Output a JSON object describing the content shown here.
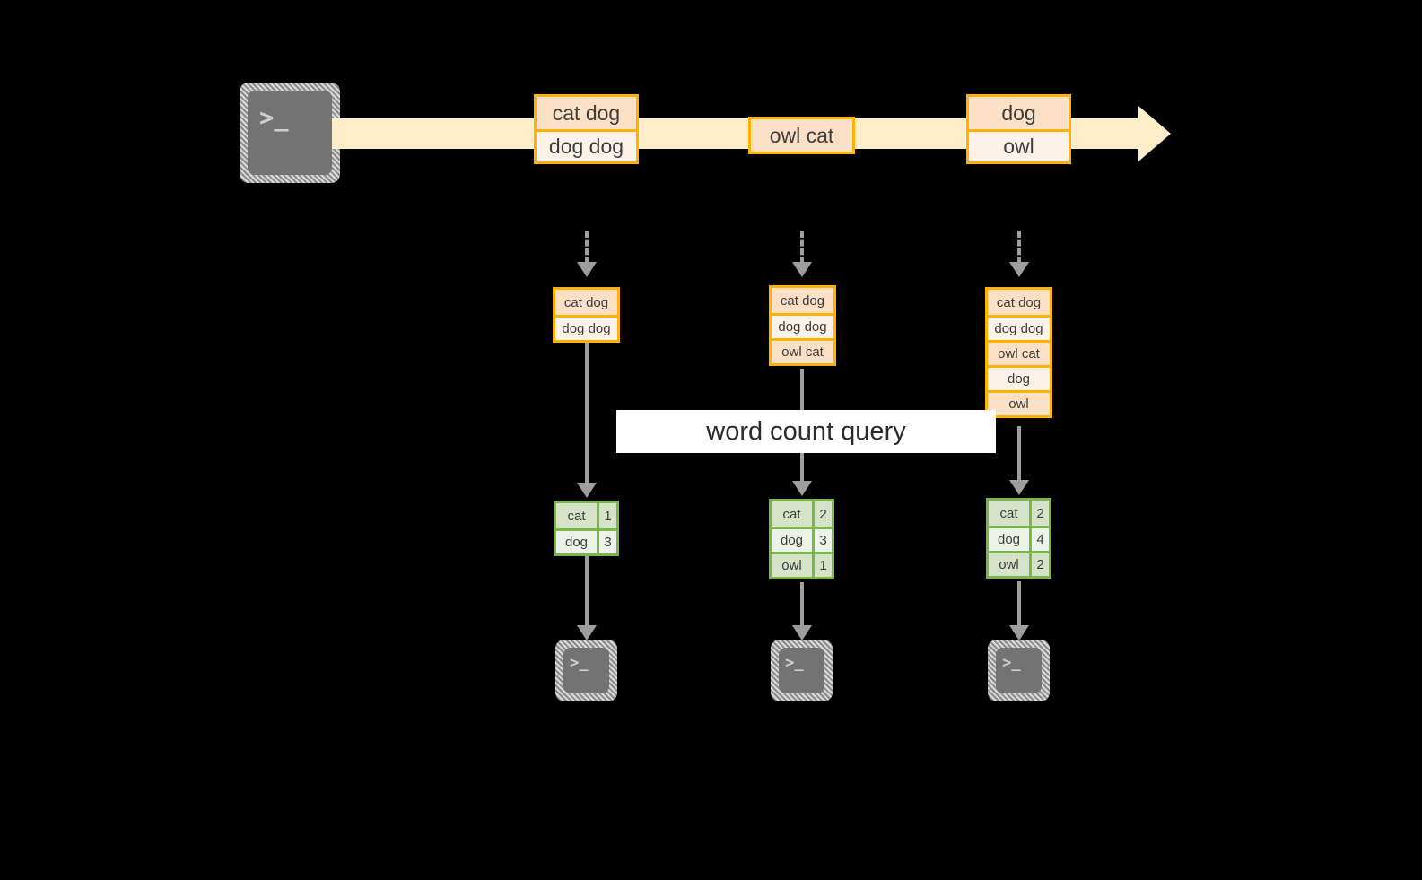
{
  "diagram": {
    "title_label": "word count query",
    "colors": {
      "background": "#000000",
      "stream_band": "#fdeec9",
      "record_border": "#ffb300",
      "record_fill_dark": "#fbe0c6",
      "record_fill_light": "#fdf2e8",
      "table_border": "#7ab648",
      "table_fill_dark": "#d6e3c9",
      "table_fill_light": "#eef3e9",
      "connector": "#9e9e9e",
      "terminal_body": "#737373",
      "label_band": "#ffffff"
    },
    "source_terminal": {
      "icon": "terminal-prompt-icon",
      "glyph": ">_"
    },
    "stream": {
      "arrow_name": "event-stream-arrow",
      "records": [
        {
          "name": "stream-record-group-1",
          "rows": [
            {
              "text": "cat dog",
              "shade": "dark"
            },
            {
              "text": "dog dog",
              "shade": "light"
            }
          ]
        },
        {
          "name": "stream-record-group-2",
          "rows": [
            {
              "text": "owl cat",
              "shade": "dark"
            }
          ]
        },
        {
          "name": "stream-record-group-3",
          "rows": [
            {
              "text": "dog",
              "shade": "dark"
            },
            {
              "text": "owl",
              "shade": "light"
            }
          ]
        }
      ]
    },
    "columns": [
      {
        "name": "snapshot-column-1",
        "accumulated": {
          "name": "accumulated-records-1",
          "rows": [
            {
              "text": "cat dog",
              "shade": "dark"
            },
            {
              "text": "dog dog",
              "shade": "light"
            }
          ]
        },
        "result": {
          "name": "word-count-result-1",
          "rows": [
            {
              "word": "cat",
              "count": "1",
              "shade": "dark"
            },
            {
              "word": "dog",
              "count": "3",
              "shade": "light"
            }
          ]
        },
        "sink_terminal": {
          "icon": "terminal-prompt-icon",
          "glyph": ">_"
        }
      },
      {
        "name": "snapshot-column-2",
        "accumulated": {
          "name": "accumulated-records-2",
          "rows": [
            {
              "text": "cat dog",
              "shade": "dark"
            },
            {
              "text": "dog dog",
              "shade": "light"
            },
            {
              "text": "owl cat",
              "shade": "dark"
            }
          ]
        },
        "result": {
          "name": "word-count-result-2",
          "rows": [
            {
              "word": "cat",
              "count": "2",
              "shade": "dark"
            },
            {
              "word": "dog",
              "count": "3",
              "shade": "light"
            },
            {
              "word": "owl",
              "count": "1",
              "shade": "dark"
            }
          ]
        },
        "sink_terminal": {
          "icon": "terminal-prompt-icon",
          "glyph": ">_"
        }
      },
      {
        "name": "snapshot-column-3",
        "accumulated": {
          "name": "accumulated-records-3",
          "rows": [
            {
              "text": "cat dog",
              "shade": "dark"
            },
            {
              "text": "dog dog",
              "shade": "light"
            },
            {
              "text": "owl cat",
              "shade": "dark"
            },
            {
              "text": "dog",
              "shade": "light"
            },
            {
              "text": "owl",
              "shade": "dark"
            }
          ]
        },
        "result": {
          "name": "word-count-result-3",
          "rows": [
            {
              "word": "cat",
              "count": "2",
              "shade": "dark"
            },
            {
              "word": "dog",
              "count": "4",
              "shade": "light"
            },
            {
              "word": "owl",
              "count": "2",
              "shade": "dark"
            }
          ]
        },
        "sink_terminal": {
          "icon": "terminal-prompt-icon",
          "glyph": ">_"
        }
      }
    ]
  }
}
